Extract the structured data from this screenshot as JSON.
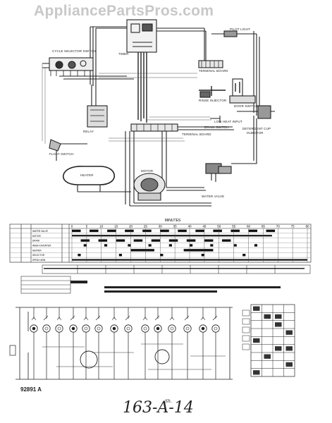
{
  "watermark": "AppliancePartsPros.com",
  "document_number": "92891 A",
  "handwritten_note": "163-A-14",
  "handwritten_suffix": "Sh.",
  "wiring": {
    "labels": {
      "cycle_selector_switch": "CYCLE SELECTOR SWITCH",
      "timer": "TIMER",
      "pilot_light": "PILOT LIGHT",
      "terminal_board_top": "TERMINAL BOARD",
      "rinse_injector": "RINSE INJECTOR",
      "door_switch": "DOOR SWITCH",
      "low_heat_input": "LOW HEAT INPUT",
      "drain_switch": "DRAIN SWITCH",
      "relay": "RELAY",
      "terminal_board_bottom": "TERMINAL BOARD",
      "detergent_cup_injector_1": "DETERGENT CUP",
      "detergent_cup_injector_2": "INJECTOR",
      "float_switch": "FLOAT SWITCH",
      "heater": "HEATER",
      "motor": "MOTOR",
      "water_valve": "WATER VALVE"
    }
  },
  "timer_chart": {
    "header": "MINUTES",
    "minute_ticks": [
      "0",
      "5",
      "10",
      "15",
      "20",
      "25",
      "30",
      "35",
      "40",
      "45",
      "50",
      "55",
      "60",
      "65",
      "70",
      "75",
      "80"
    ],
    "rows": [
      "WATER VALVE",
      "MOTOR",
      "DRAIN",
      "WASH DIVERTER",
      "HEATER",
      "SELECTOR",
      "SPRAY ARM"
    ]
  }
}
